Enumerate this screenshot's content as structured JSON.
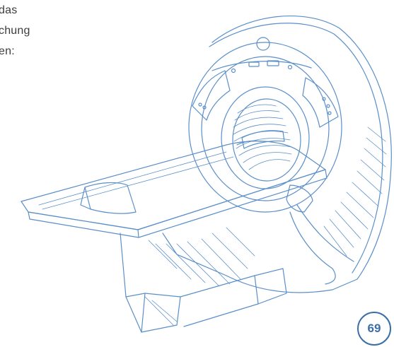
{
  "text": {
    "lines": [
      "das",
      "chung",
      "en:"
    ]
  },
  "page_number": "69",
  "illustration": {
    "icon": "mri-scanner-line-drawing",
    "stroke_color": "#5b8fc9",
    "accent_color": "#3b6ea8"
  }
}
